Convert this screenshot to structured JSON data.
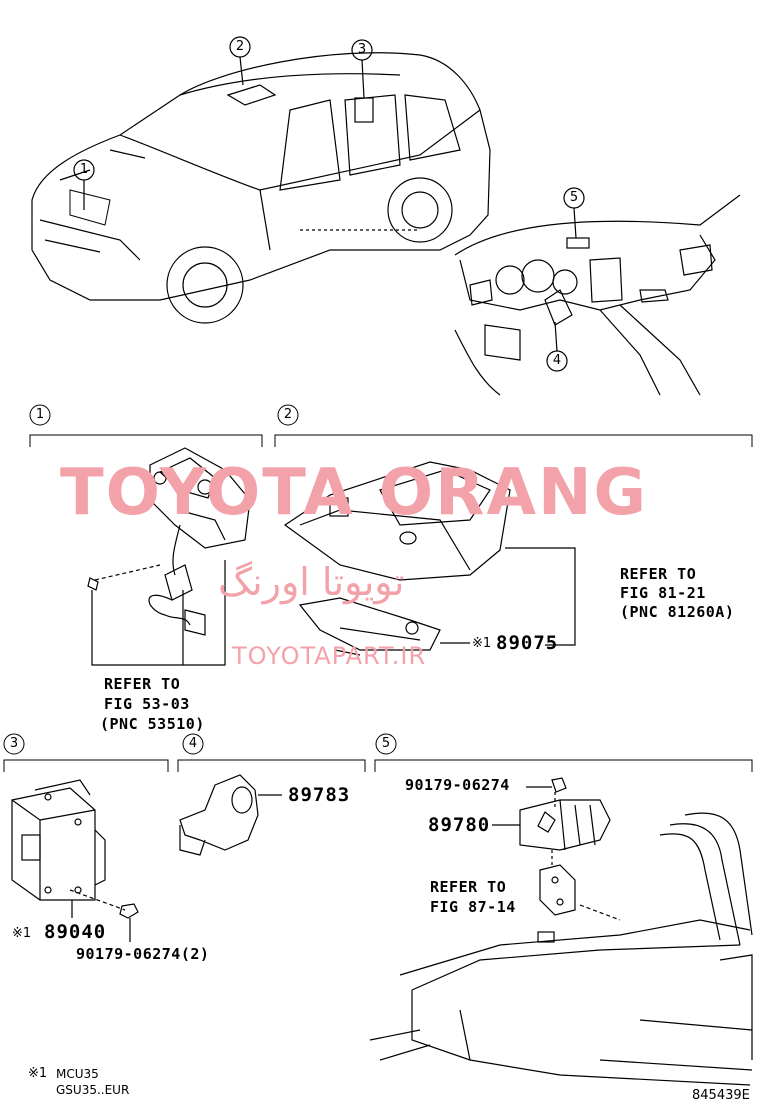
{
  "callouts": {
    "c1": "1",
    "c2": "2",
    "c3": "3",
    "c4": "4",
    "c5": "5"
  },
  "sections": {
    "s1": "1",
    "s2": "2",
    "s3": "3",
    "s4": "4",
    "s5": "5"
  },
  "section1": {
    "refer": [
      "REFER TO",
      "FIG 53-03",
      "(PNC 53510)"
    ]
  },
  "section2": {
    "refer": [
      "REFER TO",
      "FIG 81-21",
      "(PNC 81260A)"
    ],
    "part_prefix": "※1",
    "part": "89075"
  },
  "section3": {
    "part_prefix": "※1",
    "part": "89040",
    "bolt": "90179-06274(2)"
  },
  "section4": {
    "part": "89783"
  },
  "section5": {
    "bolt": "90179-06274",
    "part": "89780",
    "refer": [
      "REFER TO",
      "FIG 87-14"
    ]
  },
  "footnote": {
    "mark": "※1",
    "line1": "MCU35",
    "line2": "GSU35..EUR"
  },
  "figure_code": "845439E",
  "watermark": {
    "main": "TOYOTA ORANG",
    "arabic": "تویوتا اورنگ",
    "site": "TOYOTAPART.IR"
  },
  "colors": {
    "watermark": "#f2a2a8",
    "line": "#000000"
  }
}
